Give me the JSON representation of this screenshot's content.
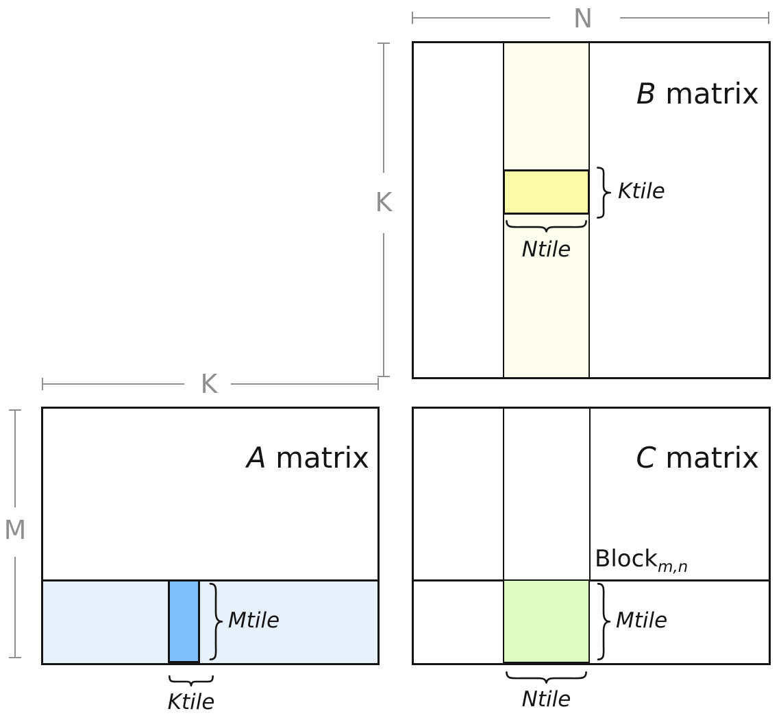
{
  "colors": {
    "line": "#141414",
    "dim": "#8f8f8f",
    "b_strip_fill": "#fdfdee",
    "b_tile_fill": "#fbfba8",
    "a_strip_fill": "#e7f1fc",
    "a_tile_fill": "#7fc0fb",
    "c_tile_fill": "#defbc3"
  },
  "dim_labels": {
    "n": "N",
    "k_left": "K",
    "k_top": "K",
    "m": "M"
  },
  "b_matrix": {
    "title_letter": "B",
    "title_word": " matrix",
    "ktile_label": "Ktile",
    "ntile_label": "Ntile"
  },
  "a_matrix": {
    "title_letter": "A",
    "title_word": " matrix",
    "mtile_label": "Mtile",
    "ktile_label": "Ktile"
  },
  "c_matrix": {
    "title_letter": "C",
    "title_word": " matrix",
    "block_label": "Block",
    "block_subscript": "m,n",
    "mtile_label": "Mtile",
    "ntile_label": "Ntile"
  }
}
